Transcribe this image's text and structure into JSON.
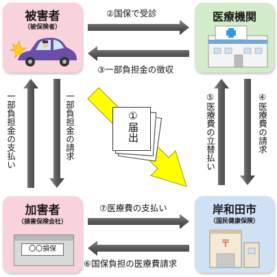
{
  "nodes": {
    "victim": {
      "title": "被害者",
      "sub": "（被保険者）"
    },
    "medical": {
      "title": "医療機関"
    },
    "perpetrator": {
      "title": "加害者",
      "sub": "（損害保険会社）",
      "sign": "〇〇損保"
    },
    "city": {
      "title": "岸和田市",
      "sub": "（国民健康保険）"
    }
  },
  "flows": {
    "f1": "①届出",
    "f2": "②国保で受診",
    "f3": "③一部負担金の徴収",
    "f4": "④医療費の請求",
    "f5": "⑤医療費の立替払い",
    "f6": "⑥国保負担の医療費請求",
    "f7": "⑦医療費の支払い",
    "left_up": "一部負担金の支払い",
    "left_down": "一部負担金の請求"
  },
  "colors": {
    "box_pink": "#f9d3dc",
    "box_green": "#d3ecc9",
    "box_blue": "#cfe1f5",
    "arrow_gray": "#595959",
    "arrow_yellow": "#ffff00"
  }
}
